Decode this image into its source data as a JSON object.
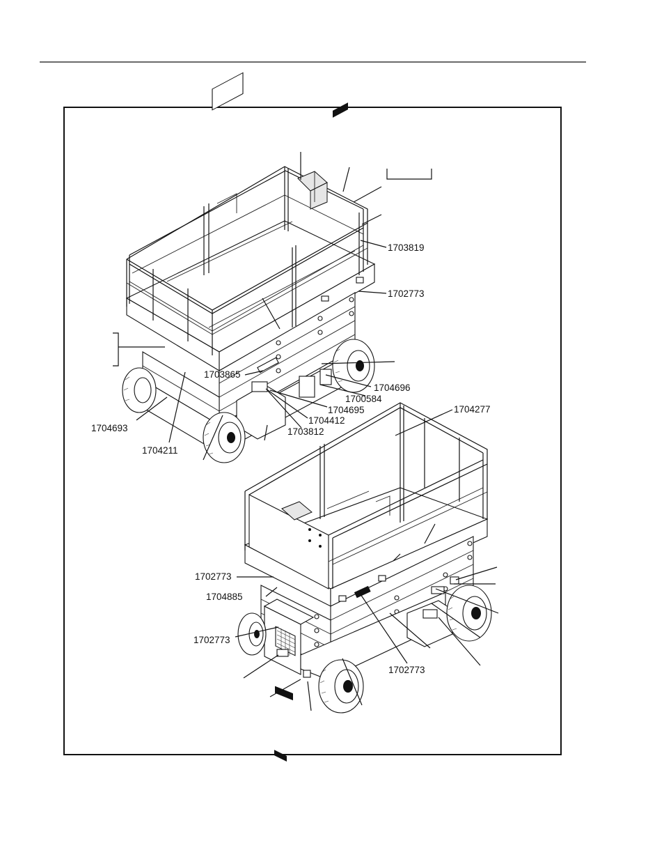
{
  "callouts": {
    "c1703819": "1703819",
    "c1702773_a": "1702773",
    "c1703865": "1703865",
    "c1704696": "1704696",
    "c1700584": "1700584",
    "c1704695": "1704695",
    "c1704412": "1704412",
    "c1703812": "1703812",
    "c1704693": "1704693",
    "c1704211": "1704211",
    "c1704277": "1704277",
    "c1702773_b": "1702773",
    "c1704885": "1704885",
    "c1702773_c": "1702773",
    "c1702773_d": "1702773"
  },
  "colors": {
    "ink": "#111111",
    "paper": "#ffffff"
  }
}
